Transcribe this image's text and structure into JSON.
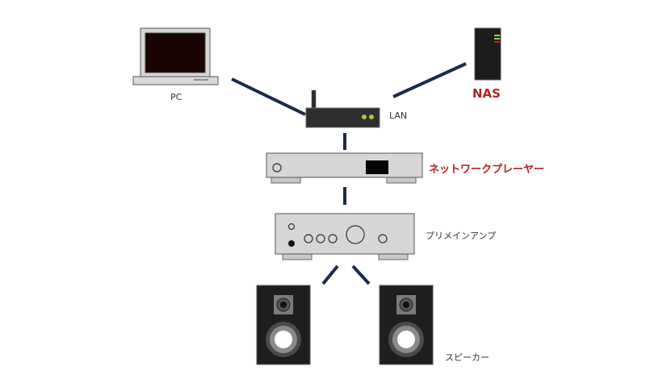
{
  "devices": {
    "pc": {
      "label": "PC"
    },
    "nas": {
      "label": "NAS"
    },
    "router": {
      "label": "LAN"
    },
    "network_player": {
      "label": "ネットワークプレーヤー"
    },
    "amplifier": {
      "label": "プリメインアンプ"
    },
    "speakers": {
      "label": "スピーカー"
    }
  },
  "colors": {
    "accent_red": "#b22222",
    "cable": "#1a2a4a",
    "device_silver": "#d0d0d0",
    "device_dark": "#2b2b2b",
    "led_green": "#9acd32"
  }
}
